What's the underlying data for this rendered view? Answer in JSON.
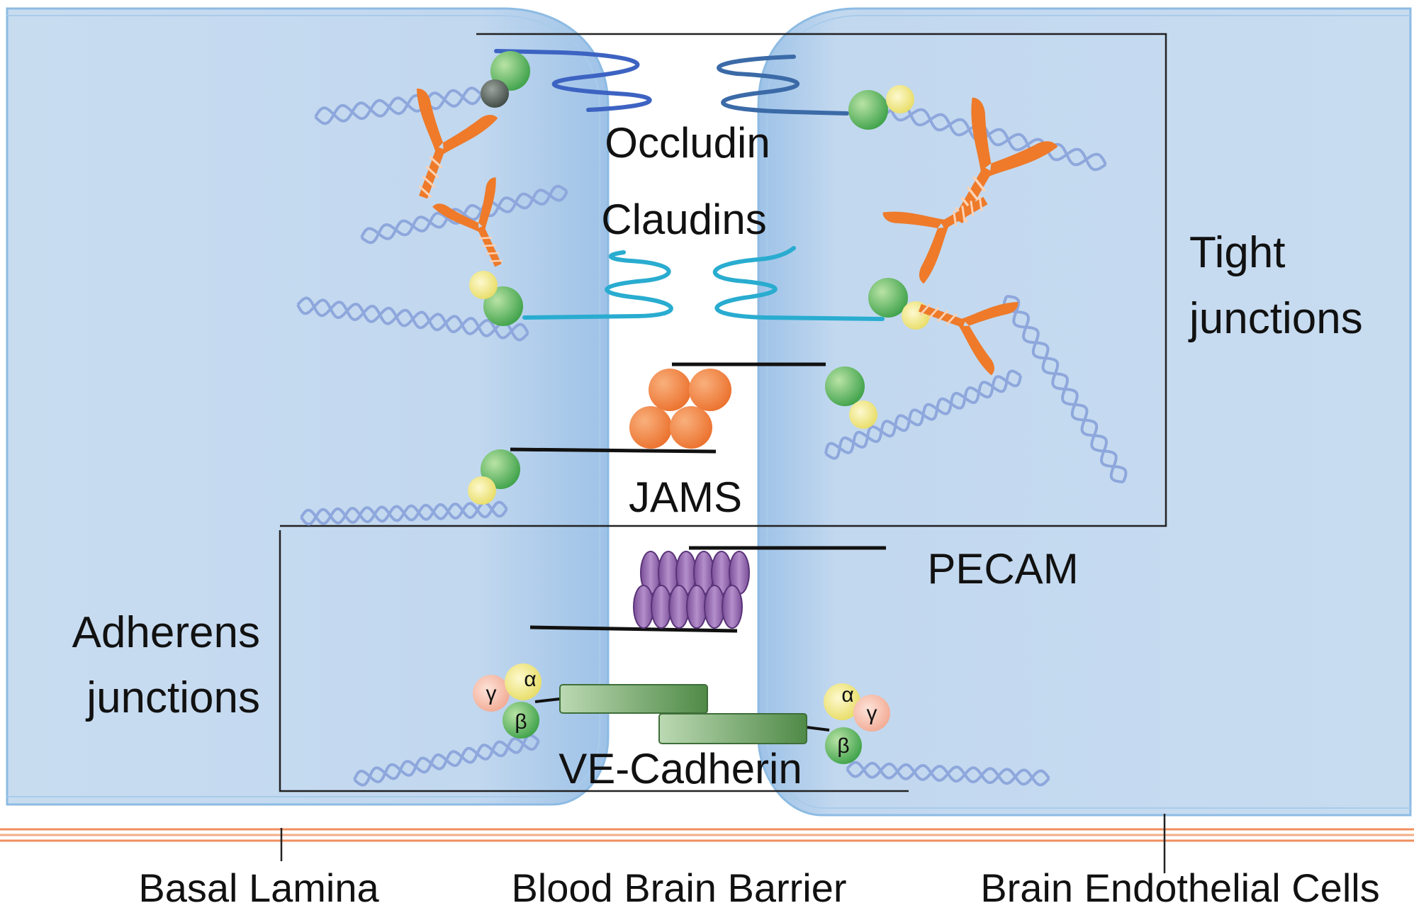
{
  "labels": {
    "occludin": "Occludin",
    "claudins": "Claudins",
    "jams": "JAMS",
    "pecam": "PECAM",
    "ve_cadherin": "VE-Cadherin",
    "tight_line1": "Tight",
    "tight_line2": "junctions",
    "adherens_line1": "Adherens",
    "adherens_line2": "junctions",
    "basal_lamina": "Basal Lamina",
    "blood_brain_barrier": "Blood Brain Barrier",
    "brain_endothelial_cells": "Brain Endothelial Cells",
    "catenin_alpha": "α",
    "catenin_beta": "β",
    "catenin_gamma": "γ"
  },
  "colors": {
    "cell": "#c9ddf1",
    "cell_edge": "#7fb0df",
    "actin": "#8ea7dc",
    "occludin_strand": "#3f66c4",
    "claudin_strand": "#2bb0cc",
    "jam": "#ef7c36",
    "pecam": "#8e63a8",
    "cadherin": "#6f9e63",
    "catenin_green": "#4cae52",
    "catenin_yellow": "#ede478",
    "catenin_pink": "#f5b6a2",
    "antibody": "#ee7a2a",
    "basal_lamina": "#ef9c6c"
  }
}
